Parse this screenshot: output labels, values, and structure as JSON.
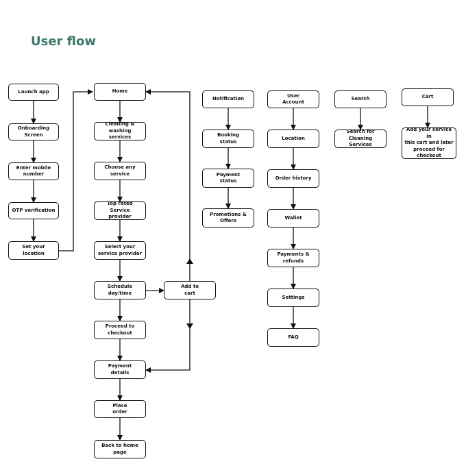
{
  "title": "User flow",
  "nodes": {
    "launch": "Launch app",
    "onboarding": "Onboarding Screen",
    "mobile": "Enter mobile\nnumber",
    "otp": "OTP verification",
    "location_set": "Set your location",
    "home": "Home",
    "cleaning": "Cleaning & washing\nservices",
    "choose": "Choose any\nservice",
    "toprated": "Top rated Service\nprovider",
    "select": "Select your\nservice provider",
    "schedule": "Schedule\nday/time",
    "addcart": "Add to\ncart",
    "proceed": "Proceed to\ncheckout",
    "payment_details": "Payment\ndetails",
    "place": "Place\norder",
    "back": "Back to home\npage",
    "notification": "Notification",
    "booking": "Booking\nstatus",
    "payment_status": "Payment\nstatus",
    "promotions": "Promotions &\nOffers",
    "user_account": "User\nAccount",
    "location": "Location",
    "order_history": "Order history",
    "wallet": "Wallet",
    "payments_refunds": "Payments &\nrefunds",
    "settings": "Settings",
    "faq": "FAQ",
    "search": "Search",
    "search_cleaning": "Search for\nCleaning Services",
    "cart": "Cart",
    "cart_desc": "Add your service in\nthis cart and later\nproceed for\ncheckout"
  }
}
